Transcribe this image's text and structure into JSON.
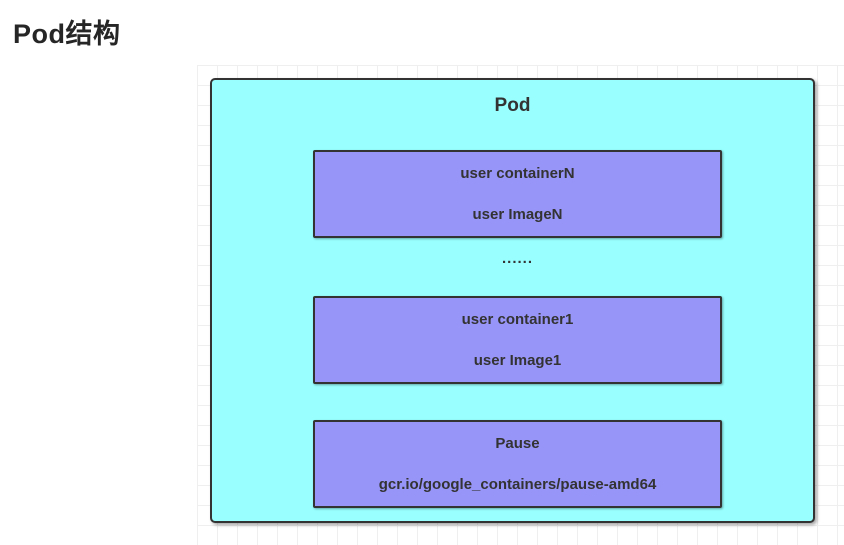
{
  "page": {
    "title": "Pod结构"
  },
  "diagram": {
    "pod_label": "Pod",
    "ellipsis": "......",
    "containers": [
      {
        "line1": "user containerN",
        "line2": "user ImageN"
      },
      {
        "line1": "user container1",
        "line2": "user Image1"
      },
      {
        "line1": "Pause",
        "line2": "gcr.io/google_containers/pause-amd64"
      }
    ],
    "colors": {
      "pod_fill": "#99ffff",
      "container_fill": "#9895f8",
      "border": "#333333",
      "text": "#333333",
      "title_text": "#262626",
      "grid_line": "#efefef",
      "canvas_background": "#ffffff"
    }
  }
}
